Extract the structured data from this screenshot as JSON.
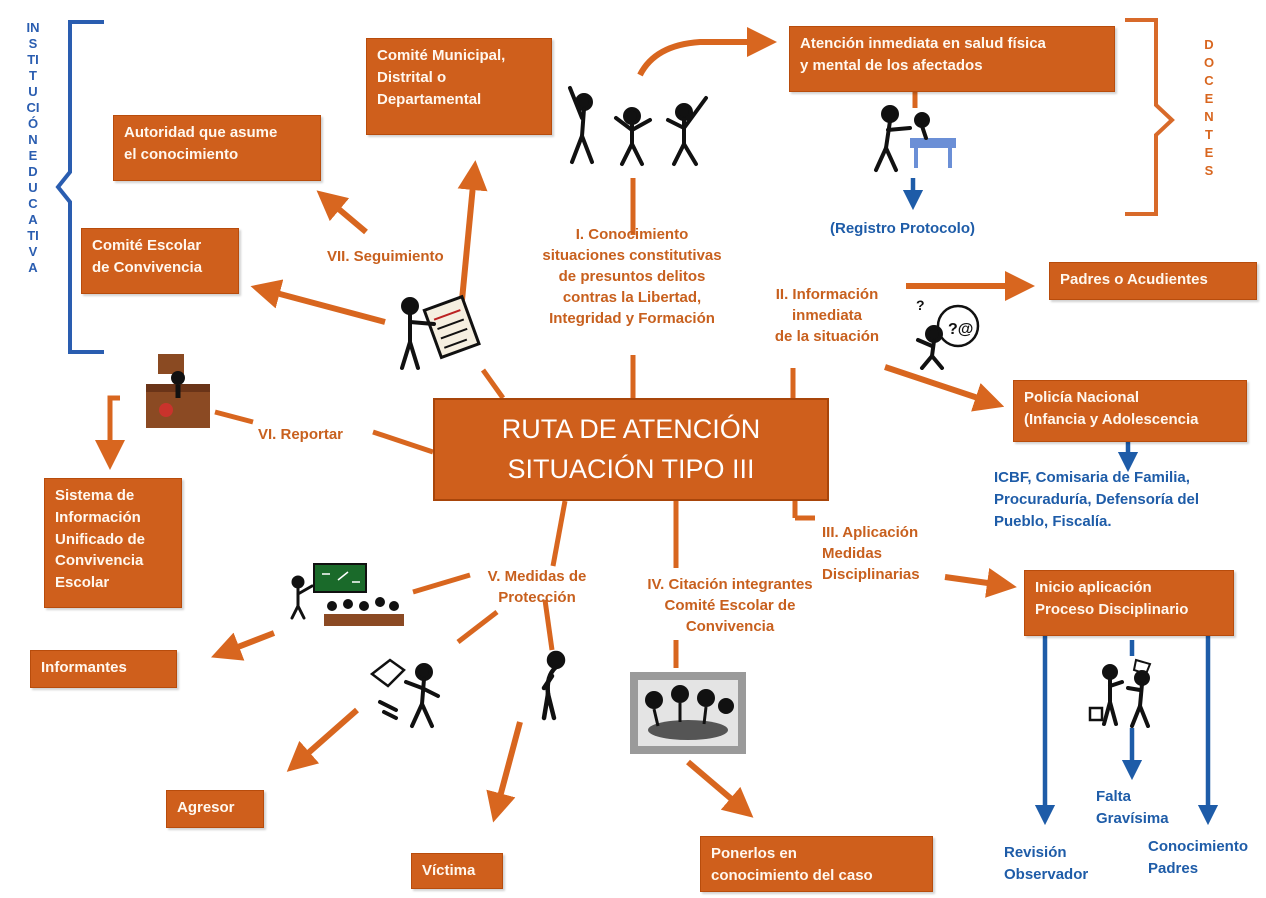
{
  "diagram": {
    "center": "RUTA DE ATENCIÓN\nSITUACIÓN TIPO III",
    "side_left": "INSTITUCIÓN EDUCATIVA",
    "side_right": "DOCENTES",
    "steps": {
      "conocimiento": "I. Conocimiento\nsituaciones constitutivas\nde presuntos delitos\ncontras la Libertad,\nIntegridad y Formación",
      "informacion": "II. Información\ninmediata\nde la situación",
      "aplicacion": "III. Aplicación\nMedidas\nDisciplinarias",
      "citacion": "IV. Citación integrantes\nComité Escolar de\nConvivencia",
      "medidas": "V. Medidas de\nProtección",
      "reportar": "VI. Reportar",
      "seguimiento": "VII. Seguimiento"
    },
    "boxes": {
      "comite_municipal": "Comité Municipal,\nDistrital o\nDepartamental",
      "autoridad": "Autoridad que asume\nel conocimiento",
      "comite_escolar": "Comité Escolar\nde Convivencia",
      "atencion_salud": "Atención inmediata en salud física\ny mental de los afectados",
      "padres_acudientes": "Padres o Acudientes",
      "policia": "Policía Nacional\n(Infancia y Adolescencia",
      "inicio_proceso": "Inicio aplicación\nProceso Disciplinario",
      "sistema_info": "Sistema de\nInformación\nUnificado de\nConvivencia\nEscolar",
      "informantes": "Informantes",
      "agresor": "Agresor",
      "victima": "Víctima",
      "ponerlos": "Ponerlos en\nconocimiento del caso"
    },
    "blue_labels": {
      "registro": "(Registro Protocolo)",
      "entidades": "ICBF, Comisaria de Familia,\nProcuraduría, Defensoría del\nPueblo,  Fiscalía.",
      "falta": "Falta\nGravísima",
      "revision": "Revisión\nObservador",
      "conocimiento_padres": "Conocimiento\nPadres"
    },
    "colors": {
      "orange": "#cf5f1c",
      "arrow": "#d8661f",
      "label_orange": "#c8601e",
      "blue": "#1e5ca8"
    },
    "icons": [
      "fighting-figures-icon",
      "doctor-patient-icon",
      "confused-figure-icon",
      "clipboard-figure-icon",
      "office-desk-icon",
      "classroom-icon",
      "bullying-figure-icon",
      "sad-figure-icon",
      "meeting-group-icon",
      "discussion-figures-icon"
    ]
  }
}
